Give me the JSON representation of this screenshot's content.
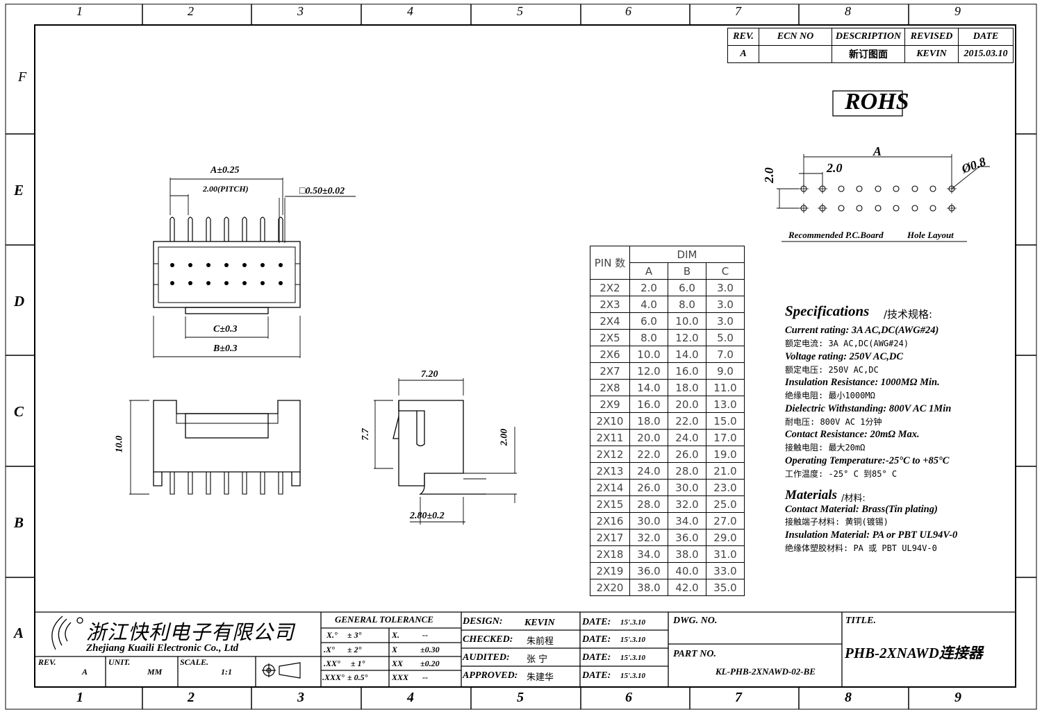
{
  "border": {
    "col_labels": [
      "1",
      "2",
      "3",
      "4",
      "5",
      "6",
      "7",
      "8",
      "9"
    ],
    "row_labels": [
      "F",
      "E",
      "D",
      "C",
      "B",
      "A"
    ]
  },
  "revision": {
    "headers": [
      "REV.",
      "ECN NO",
      "DESCRIPTION",
      "REVISED",
      "DATE"
    ],
    "row": [
      "A",
      "",
      "新订图面",
      "KEVIN",
      "2015.03.10"
    ]
  },
  "rohs": "ROHS",
  "front_view": {
    "dim_a": "A±0.25",
    "pitch": "2.00(PITCH)",
    "pin_square": "□0.50±0.02",
    "dim_c": "C±0.3",
    "dim_b": "B±0.3",
    "height": "10.0"
  },
  "side_view": {
    "width": "7.20",
    "height": "7.7",
    "pitch": "2.00",
    "tail": "2.80±0.2"
  },
  "pcb": {
    "dim_a": "A",
    "pitch_h": "2.0",
    "pitch_v": "2.0",
    "hole": "Ø0.8",
    "caption_left": "Recommended P.C.Board",
    "caption_right": "Hole Layout"
  },
  "dim_table": {
    "header_pin": "PIN 数",
    "header_dim": "DIM",
    "cols": [
      "A",
      "B",
      "C"
    ],
    "rows": [
      [
        "2X2",
        "2.0",
        "6.0",
        "3.0"
      ],
      [
        "2X3",
        "4.0",
        "8.0",
        "3.0"
      ],
      [
        "2X4",
        "6.0",
        "10.0",
        "3.0"
      ],
      [
        "2X5",
        "8.0",
        "12.0",
        "5.0"
      ],
      [
        "2X6",
        "10.0",
        "14.0",
        "7.0"
      ],
      [
        "2X7",
        "12.0",
        "16.0",
        "9.0"
      ],
      [
        "2X8",
        "14.0",
        "18.0",
        "11.0"
      ],
      [
        "2X9",
        "16.0",
        "20.0",
        "13.0"
      ],
      [
        "2X10",
        "18.0",
        "22.0",
        "15.0"
      ],
      [
        "2X11",
        "20.0",
        "24.0",
        "17.0"
      ],
      [
        "2X12",
        "22.0",
        "26.0",
        "19.0"
      ],
      [
        "2X13",
        "24.0",
        "28.0",
        "21.0"
      ],
      [
        "2X14",
        "26.0",
        "30.0",
        "23.0"
      ],
      [
        "2X15",
        "28.0",
        "32.0",
        "25.0"
      ],
      [
        "2X16",
        "30.0",
        "34.0",
        "27.0"
      ],
      [
        "2X17",
        "32.0",
        "36.0",
        "29.0"
      ],
      [
        "2X18",
        "34.0",
        "38.0",
        "31.0"
      ],
      [
        "2X19",
        "36.0",
        "40.0",
        "33.0"
      ],
      [
        "2X20",
        "38.0",
        "42.0",
        "35.0"
      ]
    ]
  },
  "specs": {
    "title": "Specifications",
    "title_cn": "/技术规格:",
    "items": [
      {
        "en": "Current rating: 3A AC,DC(AWG#24)",
        "cn": "额定电流: 3A AC,DC(AWG#24)"
      },
      {
        "en": "Voltage rating: 250V AC,DC",
        "cn": "额定电压: 250V AC,DC"
      },
      {
        "en": "Insulation Resistance: 1000MΩ Min.",
        "cn": "绝缘电阻: 最小1000MΩ"
      },
      {
        "en": "Dielectric Withstanding: 800V AC 1Min",
        "cn": "耐电压: 800V AC  1分钟"
      },
      {
        "en": "Contact Resistance: 20mΩ Max.",
        "cn": "接触电阻: 最大20mΩ"
      },
      {
        "en": "Operating Temperature:-25°C to +85°C",
        "cn": "工作温度: -25° C 到85° C"
      }
    ],
    "materials_title": "Materials",
    "materials_cn": "/材料:",
    "materials": [
      {
        "en": "Contact Material: Brass(Tin plating)",
        "cn": "接触端子材料: 黄铜(镀锡)"
      },
      {
        "en": "Insulation Material:  PA or PBT UL94V-0",
        "cn": "绝缘体塑胶材料: PA 或 PBT UL94V-0"
      }
    ]
  },
  "title_block": {
    "company_cn": "浙江快利电子有限公司",
    "company_en": "Zhejiang Kuaili Electronic Co., Ltd",
    "rev_label": "REV.",
    "rev": "A",
    "unit_label": "UNIT.",
    "unit": "MM",
    "scale_label": "SCALE.",
    "scale": "1:1",
    "tolerance_title": "GENERAL TOLERANCE",
    "tolerances": [
      {
        "a": "X.°",
        "b": "± 3°",
        "c": "X.",
        "d": "--"
      },
      {
        "a": ".X°",
        "b": "± 2°",
        "c": "X",
        "d": "±0.30"
      },
      {
        "a": ".XX°",
        "b": "± 1°",
        "c": "XX",
        "d": "±0.20"
      },
      {
        "a": ".XXX°",
        "b": "± 0.5°",
        "c": "XXX",
        "d": "--"
      }
    ],
    "design_label": "DESIGN:",
    "design": "KEVIN",
    "checked_label": "CHECKED:",
    "checked": "朱前程",
    "audited_label": "AUDITED:",
    "audited": "张  宁",
    "approved_label": "APPROVED:",
    "approved": "朱建华",
    "date_label": "DATE:",
    "date": "15'.3.10",
    "dwg_label": "DWG. NO.",
    "part_label": "PART NO.",
    "part": "KL-PHB-2XNAWD-02-BE",
    "title_label": "TITLE.",
    "title": "PHB-2XNAWD连接器"
  }
}
